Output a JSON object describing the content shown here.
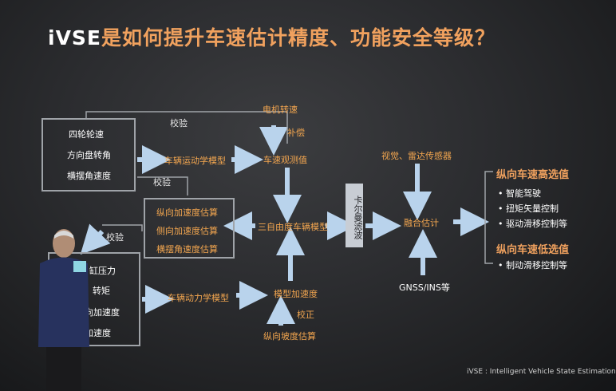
{
  "title": {
    "lead": "iVSE",
    "rest": "是如何提升车速估计精度、功能安全等级？"
  },
  "left_inputs_top": [
    "四轮轮速",
    "方向盘转角",
    "横摆角速度"
  ],
  "left_inputs_bottom": [
    "缸压力",
    "转矩",
    "向加速度",
    "加速度"
  ],
  "labels": {
    "check1": "校验",
    "check2": "校验",
    "check3": "校验",
    "kinematic_model": "车辆运动学模型",
    "dynamic_model": "车辆动力学模型",
    "motor_speed": "电机转速",
    "compensation": "补偿",
    "speed_obs": "车速观测值",
    "three_dof": "三自由度车辆模型",
    "model_accel": "模型加速度",
    "correct": "校正",
    "grade_est": "纵向坡度估算",
    "kalman": "卡尔曼滤波",
    "vision_radar": "视觉、雷达传感器",
    "fusion": "融合估计",
    "gnss": "GNSS/INS等",
    "footer": "iVSE : Intelligent Vehicle State Estimation"
  },
  "estimates": [
    "纵向加速度估算",
    "侧向加速度估算",
    "横摆角速度估算"
  ],
  "high_select": {
    "heading": "纵向车速高选值",
    "items": [
      "智能驾驶",
      "扭矩矢量控制",
      "驱动滑移控制等"
    ]
  },
  "low_select": {
    "heading": "纵向车速低选值",
    "items": [
      "制动滑移控制等"
    ]
  },
  "colors": {
    "title_orange": "#f0a15e",
    "arrow": "#b9d3ec",
    "box_border": "#9fa3a8"
  }
}
